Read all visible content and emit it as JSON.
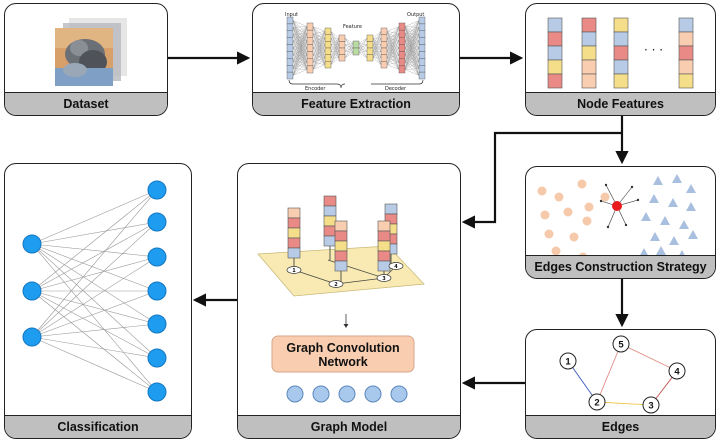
{
  "boxes": {
    "dataset": "Dataset",
    "feature_extraction": "Feature Extraction",
    "node_features": "Node Features",
    "edges_construction": "Edges Construction Strategy",
    "edges": "Edges",
    "graph_model": "Graph Model",
    "classification": "Classification"
  },
  "autoencoder": {
    "input": "Input",
    "feature": "Feature",
    "output": "Output",
    "encoder": "Encoder",
    "decoder": "Decoder"
  },
  "node_features_ellipsis": "· · ·",
  "gcn": {
    "line1": "Graph Convolution",
    "line2": "Network"
  },
  "edges_nodes": [
    "1",
    "2",
    "3",
    "4",
    "5"
  ],
  "graph_nodes": [
    "1",
    "2",
    "3",
    "4"
  ],
  "colors": {
    "blue": "#b7cbe6",
    "red": "#e98a86",
    "yellow": "#f5de8a",
    "peach": "#f8cdb0",
    "green": "#b9dca4",
    "node_blue": "#1e9cf0",
    "gcn_fill": "#f8cdb0",
    "tri": "#a9bfe0"
  }
}
